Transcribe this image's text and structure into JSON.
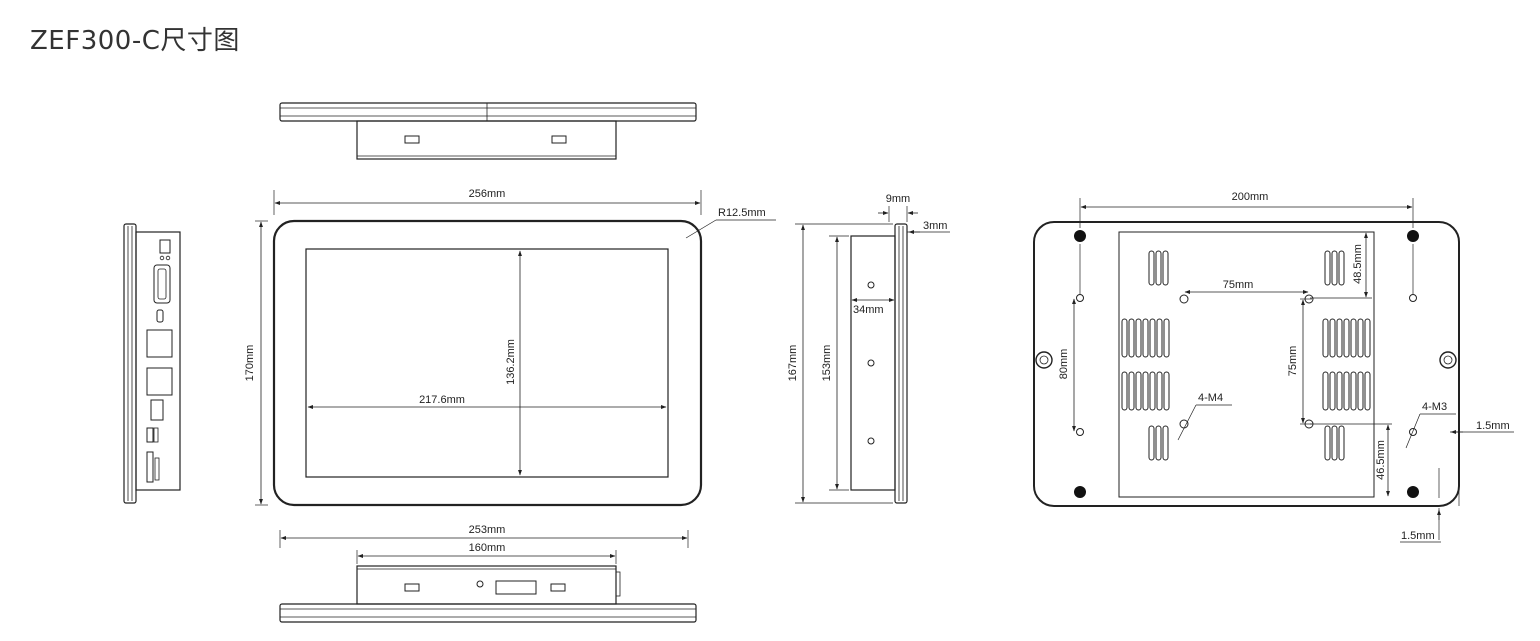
{
  "page": {
    "title": "ZEF300-C尺寸图"
  },
  "dimensions": {
    "front_width": "256mm",
    "front_height": "170mm",
    "corner_radius": "R12.5mm",
    "screen_width": "217.6mm",
    "screen_height": "136.2mm",
    "bottom_overall": "253mm",
    "bottom_box": "160mm",
    "side_depth": "9mm",
    "side_bezel": "3mm",
    "side_height": "167mm",
    "side_box_height": "153mm",
    "side_box_depth": "34mm",
    "back_hole_spacing_h": "200mm",
    "vesa_h": "75mm",
    "vesa_v": "75mm",
    "back_hole_spacing_v": "80mm",
    "top_offset": "48.5mm",
    "bottom_offset": "46.5mm",
    "screw_m4": "4-M4",
    "screw_m3": "4-M3",
    "edge_right": "1.5mm",
    "edge_bottom": "1.5mm"
  }
}
